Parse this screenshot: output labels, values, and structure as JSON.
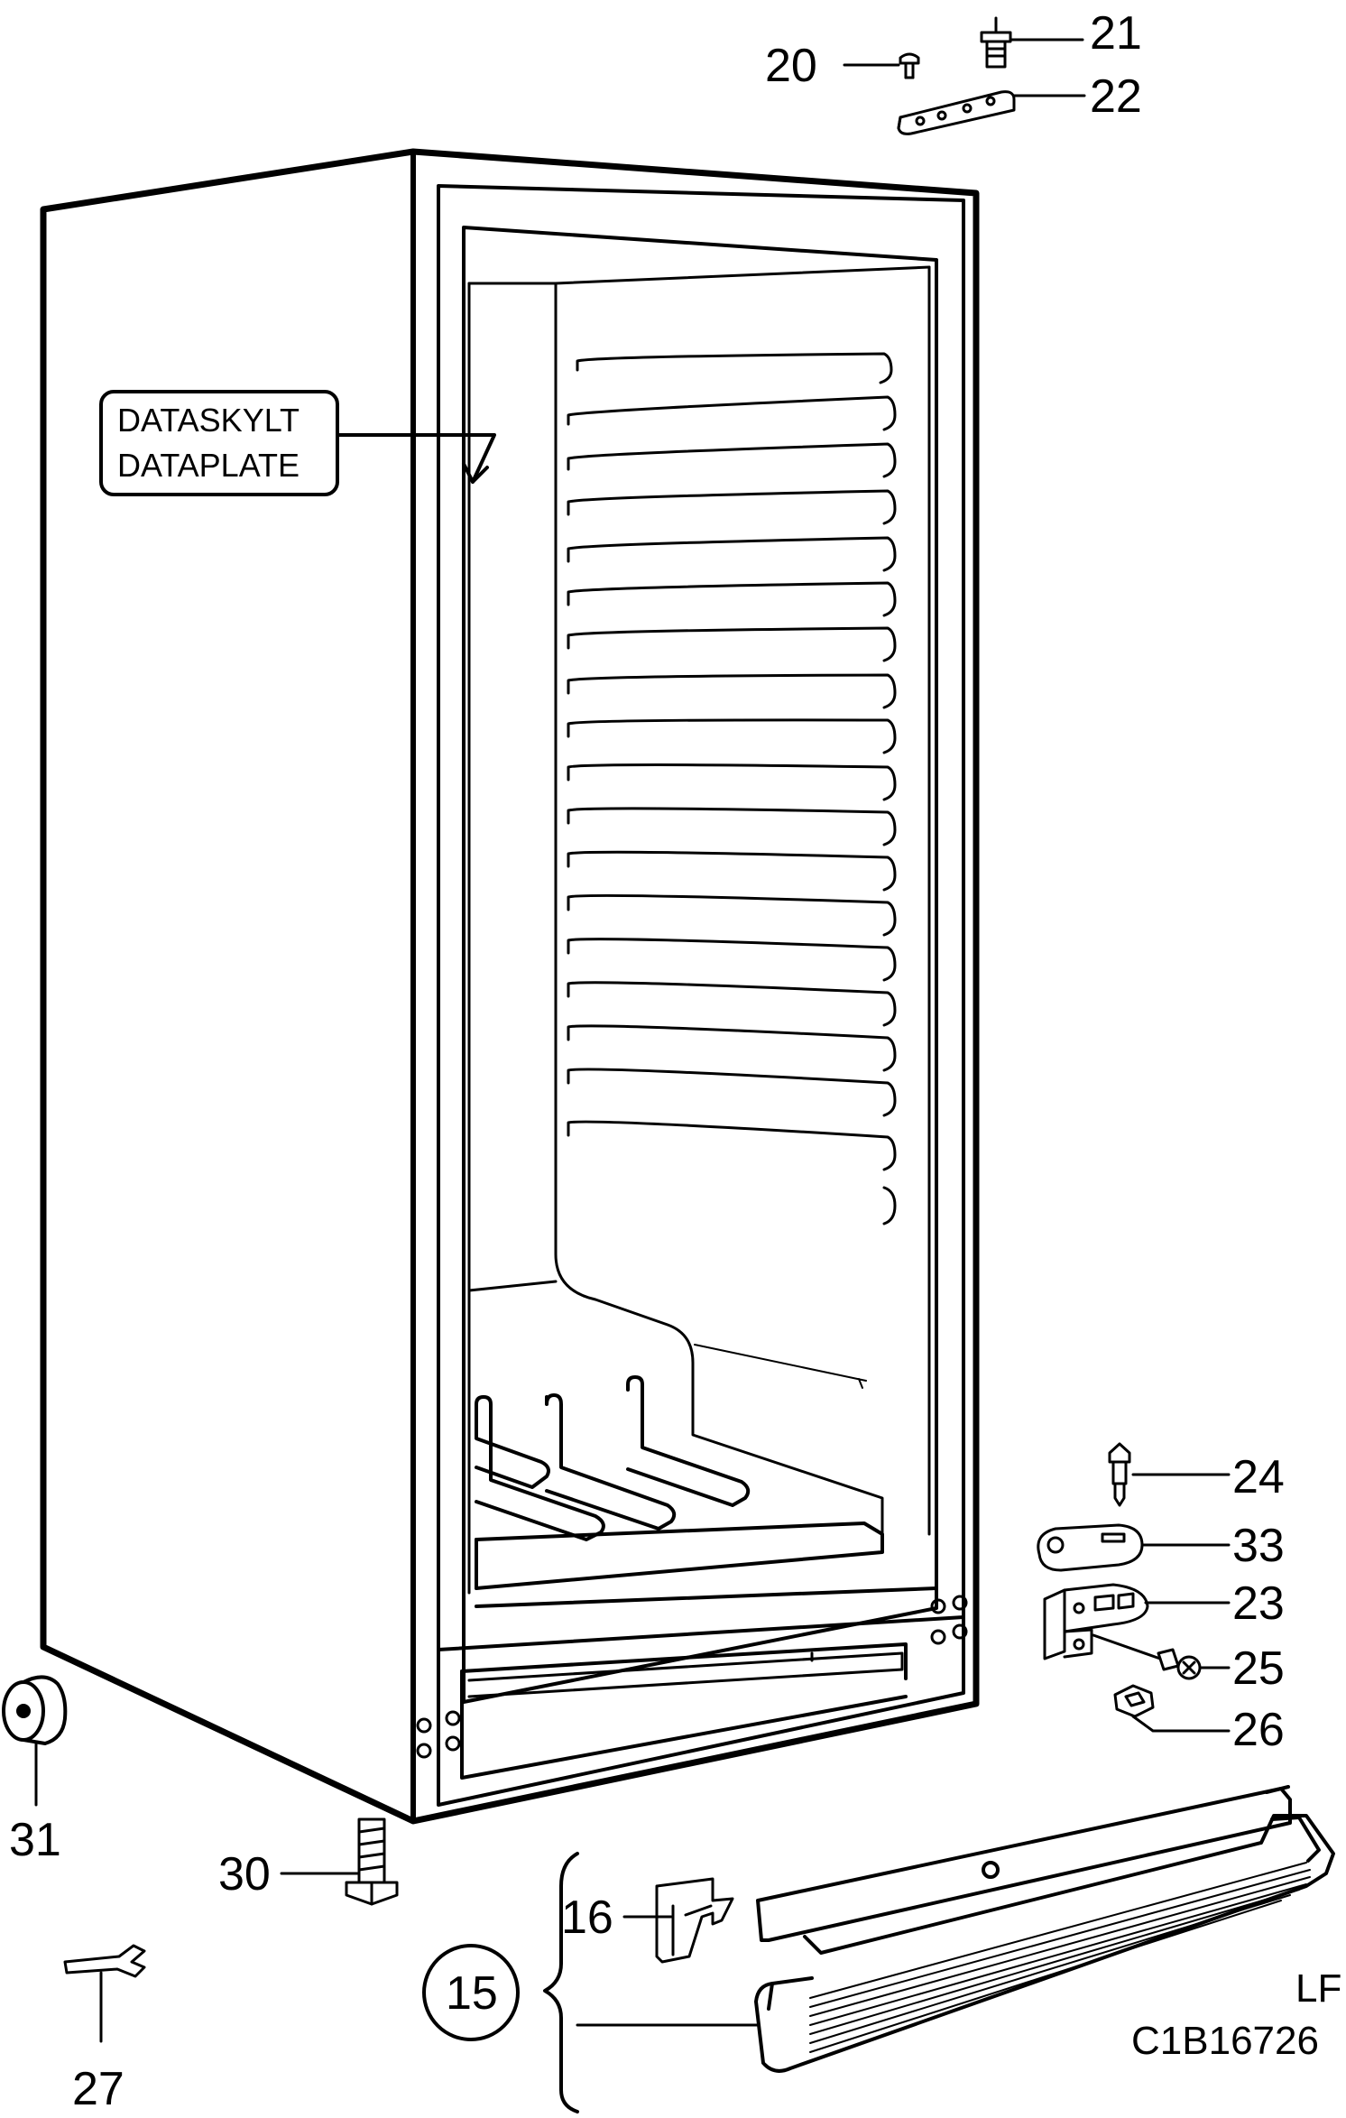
{
  "diagram": {
    "data_plate_label_sv": "DATASKYLT",
    "data_plate_label_en": "DATAPLATE",
    "callouts": {
      "p20": "20",
      "p21": "21",
      "p22": "22",
      "p24": "24",
      "p33": "33",
      "p23": "23",
      "p25": "25",
      "p26": "26",
      "p31": "31",
      "p30": "30",
      "p16": "16",
      "p15": "15",
      "p27": "27"
    },
    "side_code": "LF",
    "drawing_number": "C1B16726"
  },
  "colors": {
    "line": "#000000",
    "background": "#ffffff"
  }
}
